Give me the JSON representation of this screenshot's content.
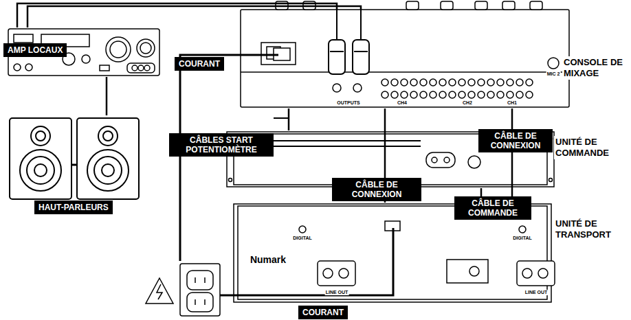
{
  "diagram": {
    "nodes": [
      {
        "text": [
          "AMP LOCAUX"
        ]
      },
      {
        "text": [
          "HAUT-PARLEURS"
        ]
      },
      {
        "text": [
          "CONSOLE DE MIXAGE"
        ]
      },
      {
        "text": [
          "UNITÉ DE COMMANDE"
        ]
      },
      {
        "text": [
          "UNITÉ DE TRANSPORT"
        ]
      }
    ],
    "edges": [
      {
        "from": 0,
        "to": 2,
        "arrow": "none"
      },
      {
        "from": 0,
        "to": 2,
        "arrow": "none"
      },
      {
        "from": 0,
        "to": 1,
        "arrow": "none"
      },
      {
        "from": 2,
        "to": 3,
        "label": "CÂBLES START POTENTIOMÈTRE",
        "arrow": "none"
      },
      {
        "from": 4,
        "to": 2,
        "label": "CÂBLE DE CONNEXION",
        "arrow": "none"
      },
      {
        "from": 4,
        "to": 2,
        "label": "CÂBLE DE CONNEXION",
        "arrow": "none"
      },
      {
        "from": 3,
        "to": 4,
        "label": "CÂBLE DE COMMANDE",
        "arrow": "none"
      }
    ],
    "labels": [
      "COURANT",
      "COURANT",
      "OUTPUTS",
      "CH4",
      "CH2",
      "CH1",
      "MIC 2",
      "Numark",
      "DIGITAL",
      "DIGITAL",
      "LINE OUT",
      "LINE OUT"
    ]
  }
}
